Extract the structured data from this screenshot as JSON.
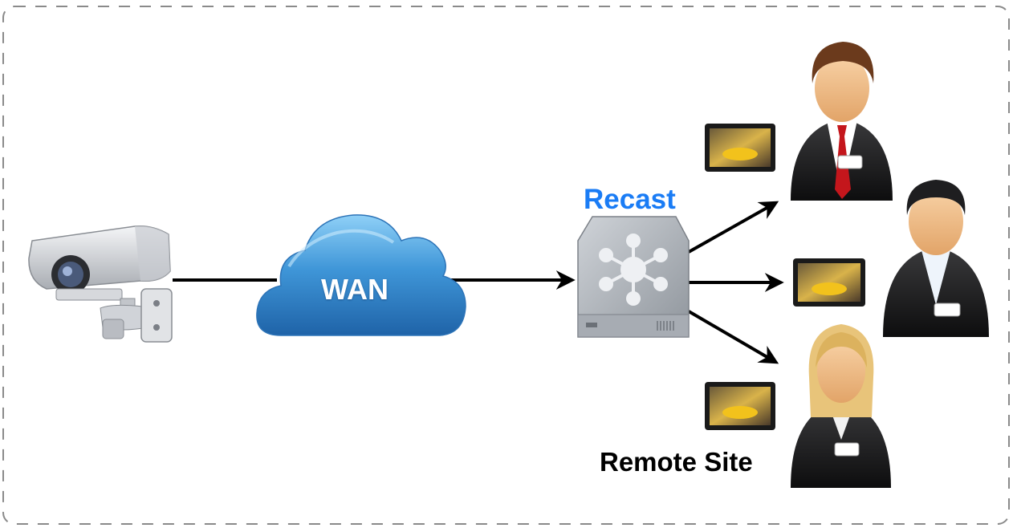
{
  "diagram": {
    "wan_label": "WAN",
    "recast_label": "Recast",
    "remote_site_label": "Remote Site"
  },
  "colors": {
    "recast_label": "#1a7cf5",
    "border": "#8a8a8a",
    "arrow": "#000000",
    "cloud": "#3d93d6"
  },
  "icons": [
    "security-camera-icon",
    "cloud-icon",
    "server-icon",
    "video-thumbnail-icon",
    "user-icon"
  ]
}
